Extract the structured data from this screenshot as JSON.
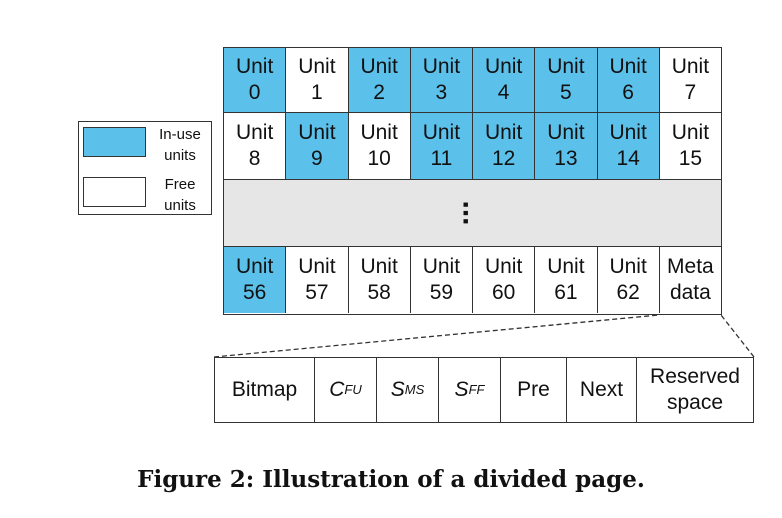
{
  "legend": {
    "in_use_label": "In-use\nunits",
    "free_label": "Free\nunits",
    "colors": {
      "in_use": "#5bc0ea",
      "free": "#ffffff",
      "gap": "#e6e6e6"
    }
  },
  "page": {
    "row0": [
      {
        "label": "Unit\n0",
        "in_use": true
      },
      {
        "label": "Unit\n1",
        "in_use": false
      },
      {
        "label": "Unit\n2",
        "in_use": true
      },
      {
        "label": "Unit\n3",
        "in_use": true
      },
      {
        "label": "Unit\n4",
        "in_use": true
      },
      {
        "label": "Unit\n5",
        "in_use": true
      },
      {
        "label": "Unit\n6",
        "in_use": true
      },
      {
        "label": "Unit\n7",
        "in_use": false
      }
    ],
    "row1": [
      {
        "label": "Unit\n8",
        "in_use": false
      },
      {
        "label": "Unit\n9",
        "in_use": true
      },
      {
        "label": "Unit\n10",
        "in_use": false
      },
      {
        "label": "Unit\n11",
        "in_use": true
      },
      {
        "label": "Unit\n12",
        "in_use": true
      },
      {
        "label": "Unit\n13",
        "in_use": true
      },
      {
        "label": "Unit\n14",
        "in_use": true
      },
      {
        "label": "Unit\n15",
        "in_use": false
      }
    ],
    "ellipsis": "...",
    "row2": [
      {
        "label": "Unit\n56",
        "in_use": true
      },
      {
        "label": "Unit\n57",
        "in_use": false
      },
      {
        "label": "Unit\n58",
        "in_use": false
      },
      {
        "label": "Unit\n59",
        "in_use": false
      },
      {
        "label": "Unit\n60",
        "in_use": false
      },
      {
        "label": "Unit\n61",
        "in_use": false
      },
      {
        "label": "Unit\n62",
        "in_use": false
      },
      {
        "label": "Meta\ndata",
        "in_use": false
      }
    ]
  },
  "metadata": {
    "bitmap": "Bitmap",
    "c_fu": {
      "base": "C",
      "sub": "FU"
    },
    "s_ms": {
      "base": "S",
      "sub": "MS"
    },
    "s_ff": {
      "base": "S",
      "sub": "FF"
    },
    "pre": "Pre",
    "next": "Next",
    "reserved": "Reserved\nspace"
  },
  "caption": "Figure 2: Illustration of a divided page."
}
